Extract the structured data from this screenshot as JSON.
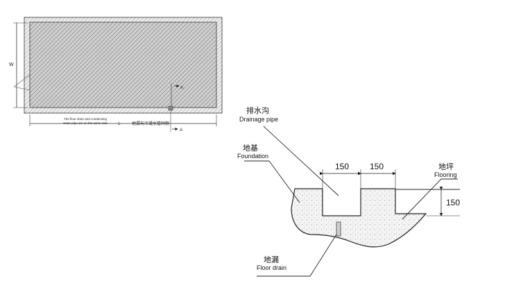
{
  "plan": {
    "dim_w": "W",
    "dim_l": "L",
    "section_mark_top": "A",
    "section_mark_bottom": "A",
    "note_en_1": "The floor drain and condensing",
    "note_en_2": "water pipe are on the same side",
    "note_cn": "地漏与冷凝水管同侧"
  },
  "section": {
    "drainage_cn": "排水沟",
    "drainage_en": "Drainage pipe",
    "foundation_cn": "地基",
    "foundation_en": "Foundation",
    "flooring_cn": "地坪",
    "flooring_en": "Flooring",
    "floor_drain_cn": "地漏",
    "floor_drain_en": "Floor drain",
    "dim_left": "150",
    "dim_right": "150",
    "dim_depth": "150"
  }
}
